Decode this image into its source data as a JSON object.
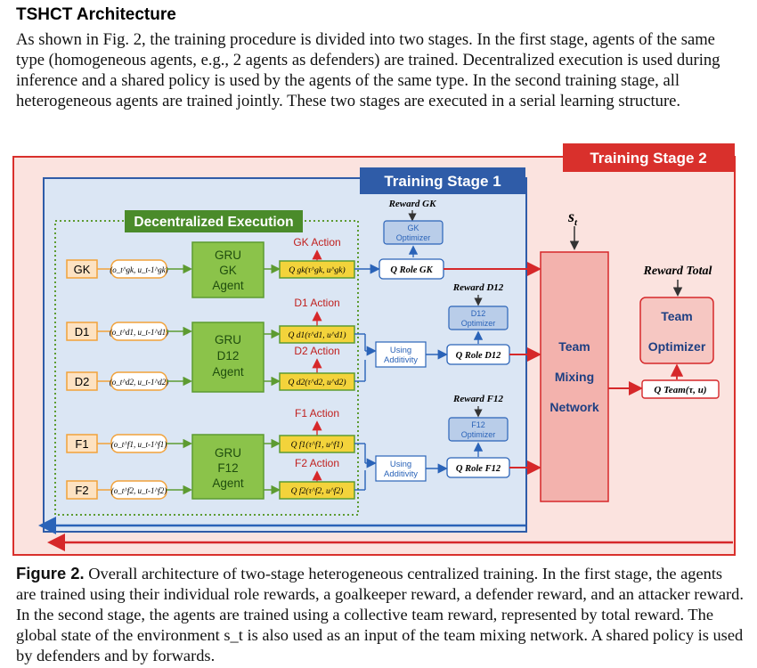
{
  "page": {
    "heading": "TSHCT Architecture",
    "paragraph": "As shown in Fig. 2, the training procedure is divided into two stages. In the first stage, agents of the same type (homogeneous agents, e.g., 2 agents as defenders) are trained. Decentralized execution is used during inference and a shared policy is used by the agents of the same type. In the second training stage, all heterogeneous agents are trained jointly. These two stages are executed in a serial learning structure.",
    "caption_label": "Figure 2.",
    "caption_text": " Overall architecture of two-stage heterogeneous centralized training. In the first stage, the agents are trained using their individual role rewards, a goalkeeper reward, a defender reward, and an attacker reward. In the second stage, the agents are trained using a collective team reward, represented by total reward. The global state of the environment s_t is also used as an input of the team mixing network. A shared policy is used by defenders and by forwards."
  },
  "diagram": {
    "stage1_title": "Training Stage 1",
    "stage2_title": "Training Stage 2",
    "decentralized_title": "Decentralized Execution",
    "agents": [
      "GK",
      "D1",
      "D2",
      "F1",
      "F2"
    ],
    "observations": [
      "(o_t^gk, u_t-1^gk)",
      "(o_t^d1, u_t-1^d1)",
      "(o_t^d2, u_t-1^d2)",
      "(o_t^f1, u_t-1^f1)",
      "(o_t^f2, u_t-1^f2)"
    ],
    "gru": [
      {
        "l1": "GRU",
        "l2": "GK",
        "l3": "Agent"
      },
      {
        "l1": "GRU",
        "l2": "D12",
        "l3": "Agent"
      },
      {
        "l1": "GRU",
        "l2": "F12",
        "l3": "Agent"
      }
    ],
    "actions": [
      "GK Action",
      "D1 Action",
      "D2 Action",
      "F1 Action",
      "F2 Action"
    ],
    "q_agents": [
      "Q gk(τ^gk, u^gk)",
      "Q d1(τ^d1, u^d1)",
      "Q d2(τ^d2, u^d2)",
      "Q f1(τ^f1, u^f1)",
      "Q f2(τ^f2, u^f2)"
    ],
    "rewards": [
      "Reward GK",
      "Reward D12",
      "Reward F12"
    ],
    "optimizers": [
      {
        "l1": "GK",
        "l2": "Optimizer"
      },
      {
        "l1": "D12",
        "l2": "Optimizer"
      },
      {
        "l1": "F12",
        "l2": "Optimizer"
      }
    ],
    "q_roles": [
      "Q Role GK",
      "Q Role D12",
      "Q Role F12"
    ],
    "using_additivity": {
      "l1": "Using",
      "l2": "Additivity"
    },
    "state_label": "s_t",
    "team_mixing": {
      "l1": "Team",
      "l2": "Mixing",
      "l3": "Network"
    },
    "reward_total": "Reward Total",
    "team_optimizer": {
      "l1": "Team",
      "l2": "Optimizer"
    },
    "q_team": "Q Team(τ, u)"
  },
  "colors": {
    "stage2_bg": "#fbe3df",
    "stage2_border": "#d9302c",
    "stage1_bg": "#dbe6f4",
    "stage1_border": "#2f5ca8",
    "green": "#6aa83b",
    "green_box": "#8bc34a",
    "orange": "#f2a23a",
    "red_arrow": "#d6282a",
    "blue_arrow": "#2a63b8"
  }
}
